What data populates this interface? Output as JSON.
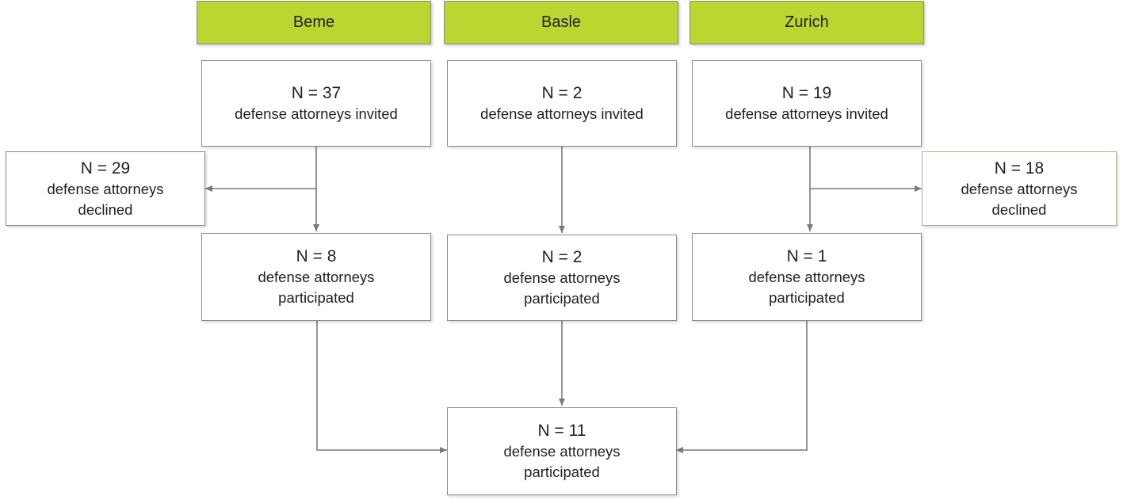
{
  "headers": {
    "berne": "Beme",
    "basle": "Basle",
    "zurich": "Zurich"
  },
  "boxes": {
    "berne_invited": {
      "n": "N = 37",
      "lines": [
        "defense attorneys invited"
      ]
    },
    "basle_invited": {
      "n": "N = 2",
      "lines": [
        "defense attorneys invited"
      ]
    },
    "zurich_invited": {
      "n": "N = 19",
      "lines": [
        "defense attorneys invited"
      ]
    },
    "berne_declined": {
      "n": "N = 29",
      "lines": [
        "defense attorneys",
        "declined"
      ]
    },
    "zurich_declined": {
      "n": "N = 18",
      "lines": [
        "defense attorneys",
        "declined"
      ]
    },
    "berne_participated": {
      "n": "N = 8",
      "lines": [
        "defense attorneys",
        "participated"
      ]
    },
    "basle_participated": {
      "n": "N = 2",
      "lines": [
        "defense attorneys",
        "participated"
      ]
    },
    "zurich_participated": {
      "n": "N = 1",
      "lines": [
        "defense attorneys",
        "participated"
      ]
    },
    "total_participated": {
      "n": "N = 11",
      "lines": [
        "defense attorneys",
        "participated"
      ]
    }
  },
  "colors": {
    "header_fill": "#bcd631",
    "border": "#8a8a8a",
    "arrow": "#7a7a7a"
  }
}
